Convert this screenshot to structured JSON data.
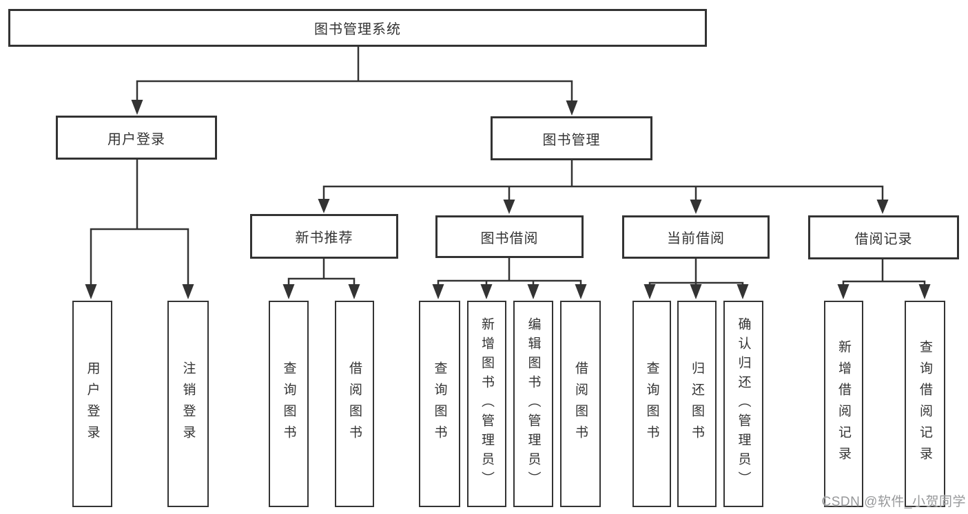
{
  "diagram": {
    "line_color": "#333333",
    "nodes": {
      "root": {
        "label": "图书管理系统"
      },
      "userLogin": {
        "label": "用户登录"
      },
      "bookMgmt": {
        "label": "图书管理"
      },
      "newBooks": {
        "label": "新书推荐"
      },
      "bookBorrow": {
        "label": "图书借阅"
      },
      "currentBorrow": {
        "label": "当前借阅"
      },
      "borrowRecords": {
        "label": "借阅记录"
      },
      "leafUserLogin": {
        "label": "用户登录"
      },
      "leafLogout": {
        "label": "注销登录"
      },
      "leafNbQuery": {
        "label": "查询图书"
      },
      "leafNbBorrow": {
        "label": "借阅图书"
      },
      "leafBbQuery": {
        "label": "查询图书"
      },
      "leafBbAdd": {
        "label": "新增图书（管理员）"
      },
      "leafBbEdit": {
        "label": "编辑图书（管理员）"
      },
      "leafBbBorrow": {
        "label": "借阅图书"
      },
      "leafCbQuery": {
        "label": "查询图书"
      },
      "leafCbReturn": {
        "label": "归还图书"
      },
      "leafCbConfirm": {
        "label": "确认归还（管理员）"
      },
      "leafBrAdd": {
        "label": "新增借阅记录"
      },
      "leafBrQuery": {
        "label": "查询借阅记录"
      }
    }
  },
  "watermark": {
    "text": "CSDN @软件_小贺同学",
    "color": "#97989a"
  }
}
